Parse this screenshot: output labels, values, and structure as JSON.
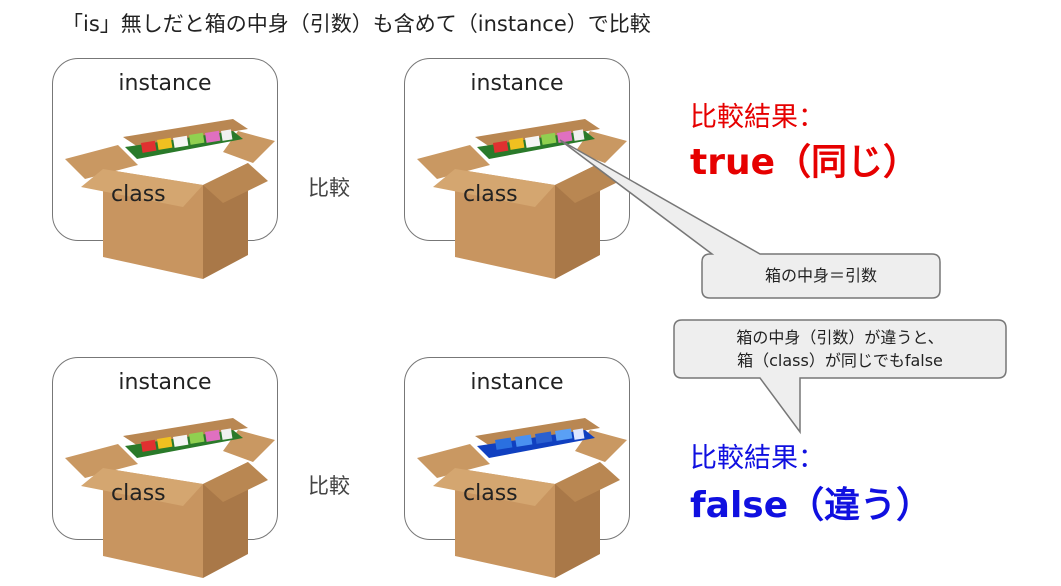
{
  "title": "「is」無しだと箱の中身（引数）も含めて（instance）で比較",
  "rows": [
    {
      "left": {
        "instance_label": "instance",
        "class_label": "class",
        "contents_color": "colorful"
      },
      "compare_label": "比較",
      "right": {
        "instance_label": "instance",
        "class_label": "class",
        "contents_color": "colorful"
      },
      "result_title": "比較結果：",
      "result_value": "true（同じ）",
      "result_color": "#e60000"
    },
    {
      "left": {
        "instance_label": "instance",
        "class_label": "class",
        "contents_color": "colorful"
      },
      "compare_label": "比較",
      "right": {
        "instance_label": "instance",
        "class_label": "class",
        "contents_color": "blue"
      },
      "result_title": "比較結果：",
      "result_value": "false（違う）",
      "result_color": "#1010e0"
    }
  ],
  "callouts": {
    "contents_eq_args": "箱の中身＝引数",
    "different_contents_line1": "箱の中身（引数）が違うと、",
    "different_contents_line2": "箱（class）が同じでもfalse"
  }
}
